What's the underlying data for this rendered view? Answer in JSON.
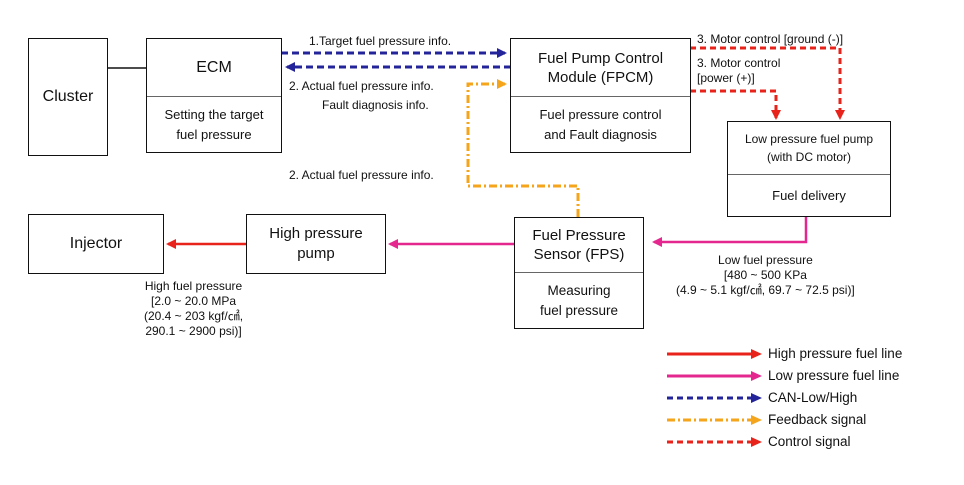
{
  "colors": {
    "high_pressure": "#e8231b",
    "low_pressure": "#e4278f",
    "can": "#24249a",
    "feedback": "#f5a51b",
    "control": "#e8231b"
  },
  "boxes": {
    "cluster": {
      "title": "Cluster"
    },
    "ecm": {
      "title": "ECM",
      "body": "Setting the target\nfuel pressure"
    },
    "fpcm": {
      "title": "Fuel Pump Control\nModule (FPCM)",
      "body": "Fuel pressure control\nand Fault diagnosis"
    },
    "low_pump": {
      "title": "Low pressure fuel pump\n(with DC motor)",
      "body": "Fuel delivery"
    },
    "fps": {
      "title": "Fuel Pressure\nSensor (FPS)",
      "body": "Measuring\nfuel pressure"
    },
    "high_pump": {
      "title": "High pressure\npump"
    },
    "injector": {
      "title": "Injector"
    }
  },
  "labels": {
    "target_info": "1.Target fuel pressure info.",
    "actual_info_top": "2. Actual  fuel pressure info.",
    "fault_info": "Fault diagnosis info.",
    "actual_info_mid": "2. Actual  fuel pressure info.",
    "motor_ground": "3. Motor control [ground (-)]",
    "motor_power": "3. Motor control\n[power (+)]",
    "low_pressure_value": "Low fuel pressure\n[480 ~ 500 KPa\n(4.9 ~ 5.1 kgf/㎠, 69.7 ~ 72.5 psi)]",
    "high_pressure_value": "High fuel pressure\n[2.0 ~ 20.0 MPa\n(20.4 ~ 203 kgf/㎠,\n290.1 ~ 2900 psi)]"
  },
  "legend": [
    {
      "label": "High pressure fuel line",
      "style": "solid",
      "color": "#e8231b"
    },
    {
      "label": "Low pressure fuel line",
      "style": "solid",
      "color": "#e4278f"
    },
    {
      "label": "CAN-Low/High",
      "style": "dashed",
      "color": "#24249a"
    },
    {
      "label": "Feedback signal",
      "style": "dashdot",
      "color": "#f5a51b"
    },
    {
      "label": "Control signal",
      "style": "dashed",
      "color": "#e8231b"
    }
  ]
}
